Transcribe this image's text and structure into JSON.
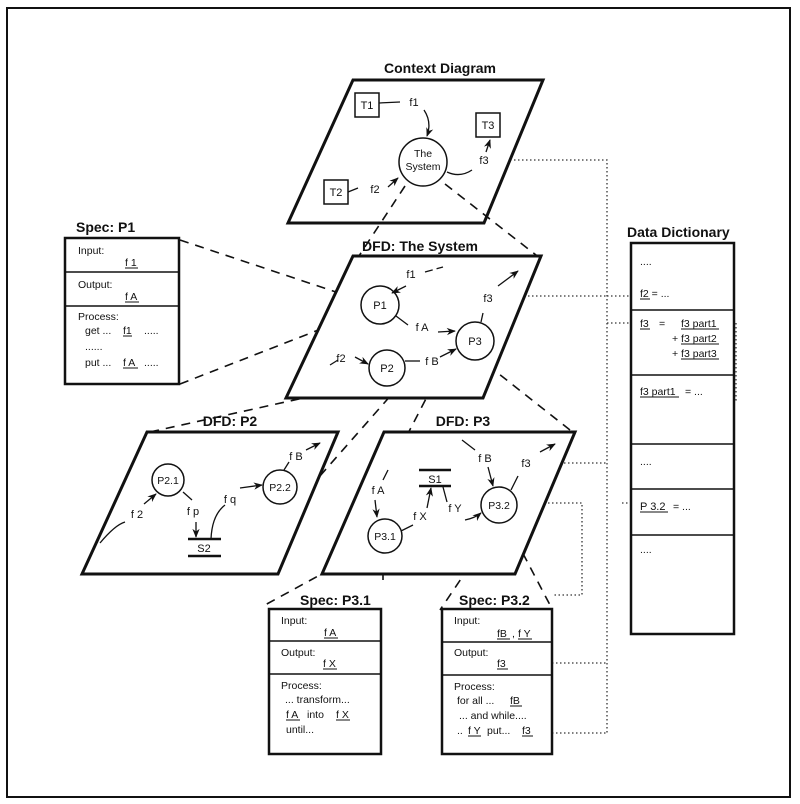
{
  "context_diagram": {
    "title": "Context Diagram",
    "terminators": [
      "T1",
      "T2",
      "T3"
    ],
    "process": [
      "The",
      "System"
    ],
    "flows": [
      "f1",
      "f2",
      "f3"
    ]
  },
  "dfd_system": {
    "title": "DFD: The System",
    "processes": [
      "P1",
      "P2",
      "P3"
    ],
    "flows": [
      "f1",
      "f2",
      "f3",
      "f A",
      "f B"
    ]
  },
  "dfd_p2": {
    "title": "DFD: P2",
    "processes": [
      "P2.1",
      "P2.2"
    ],
    "store": "S2",
    "flows": [
      "f 2",
      "f p",
      "f q",
      "f B"
    ]
  },
  "dfd_p3": {
    "title": "DFD: P3",
    "processes": [
      "P3.1",
      "P3.2"
    ],
    "store": "S1",
    "flows": [
      "f A",
      "f B",
      "f3",
      "f X",
      "f Y"
    ]
  },
  "spec_p1": {
    "title": "Spec:  P1",
    "input_label": "Input:",
    "input_value": "f 1",
    "output_label": "Output:",
    "output_value": "f A",
    "process_label": "Process:",
    "process_lines": [
      {
        "pre": "get ...",
        "ref": "f1",
        "post": "....."
      },
      {
        "pre": "......",
        "ref": "",
        "post": ""
      },
      {
        "pre": "put ...",
        "ref": "f A",
        "post": "....."
      }
    ]
  },
  "spec_p31": {
    "title": "Spec: P3.1",
    "input_label": "Input:",
    "input_value": "f A",
    "output_label": "Output:",
    "output_value": "f X",
    "process_label": "Process:",
    "process_lines": [
      {
        "pre": "... transform...",
        "ref": "",
        "post": ""
      },
      {
        "pre": "",
        "ref": "f A",
        "mid": "into",
        "ref2": "f X"
      },
      {
        "pre": "until...",
        "ref": "",
        "post": ""
      }
    ]
  },
  "spec_p32": {
    "title": "Spec: P3.2",
    "input_label": "Input:",
    "input_value_1": "fB",
    "input_sep": ",",
    "input_value_2": "f Y",
    "output_label": "Output:",
    "output_value": "f3",
    "process_label": "Process:",
    "process_lines": [
      {
        "pre": "for all ...",
        "ref": "fB"
      },
      {
        "pre": "... and while....",
        "ref": ""
      },
      {
        "pre": "..",
        "ref": "f Y",
        "mid": "put...",
        "ref2": "f3"
      }
    ]
  },
  "data_dictionary": {
    "title": "Data Dictionary",
    "entries": [
      {
        "lines": [
          "....",
          "f2  =  ..."
        ]
      },
      {
        "name": "f3",
        "eq": "=",
        "parts": [
          "f3 part1",
          "+ f3 part2",
          "+ f3 part3"
        ]
      },
      {
        "name": "f3 part1",
        "eq": "=  ..."
      },
      {
        "text": ""
      },
      {
        "text": "...."
      },
      {
        "name": "P 3.2",
        "eq": "= ..."
      },
      {
        "text": "...."
      }
    ]
  }
}
